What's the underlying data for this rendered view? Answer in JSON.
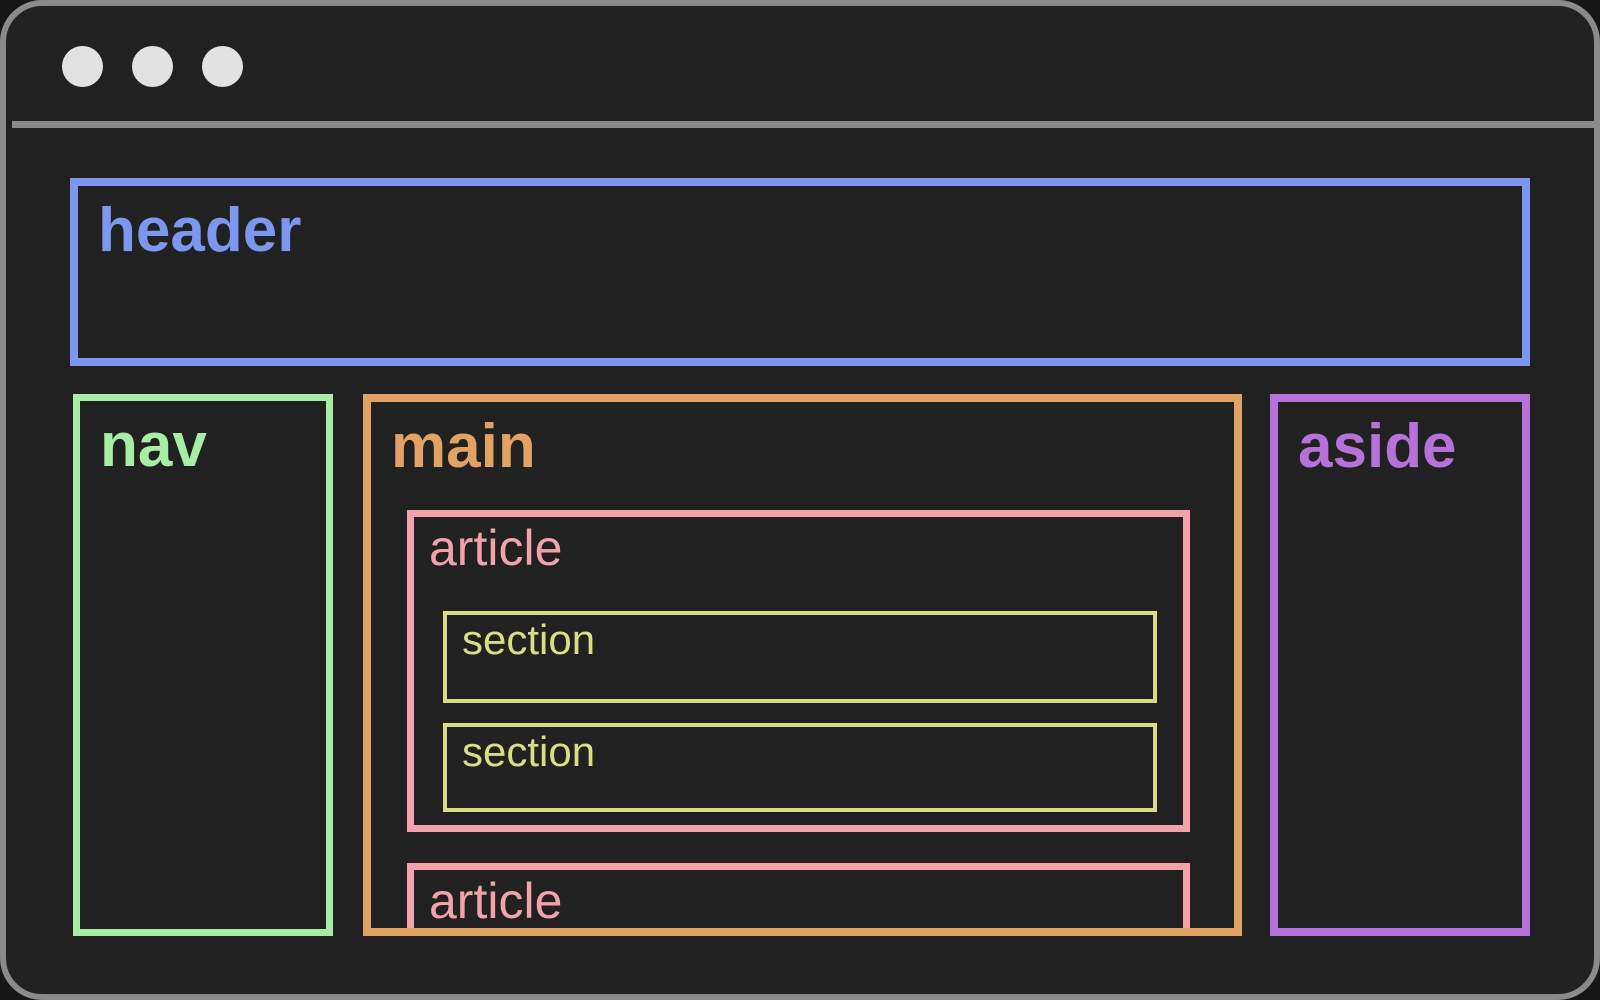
{
  "window": {
    "type": "browser-window-mockup",
    "background": "#212121",
    "chrome_border_color": "#8a8a8a",
    "titlebar_dot_color": "#e2e2e2",
    "titlebar_dot_count": 3
  },
  "boxes": {
    "header": {
      "label": "header",
      "color": "#7c97f0"
    },
    "nav": {
      "label": "nav",
      "color": "#a8eda4"
    },
    "main": {
      "label": "main",
      "color": "#e2a263"
    },
    "aside": {
      "label": "aside",
      "color": "#b671da"
    },
    "article1": {
      "label": "article",
      "color": "#f2a3aa"
    },
    "article2": {
      "label": "article",
      "color": "#f2a3aa"
    },
    "section1": {
      "label": "section",
      "color": "#d9dd83"
    },
    "section2": {
      "label": "section",
      "color": "#d9dd83"
    }
  }
}
